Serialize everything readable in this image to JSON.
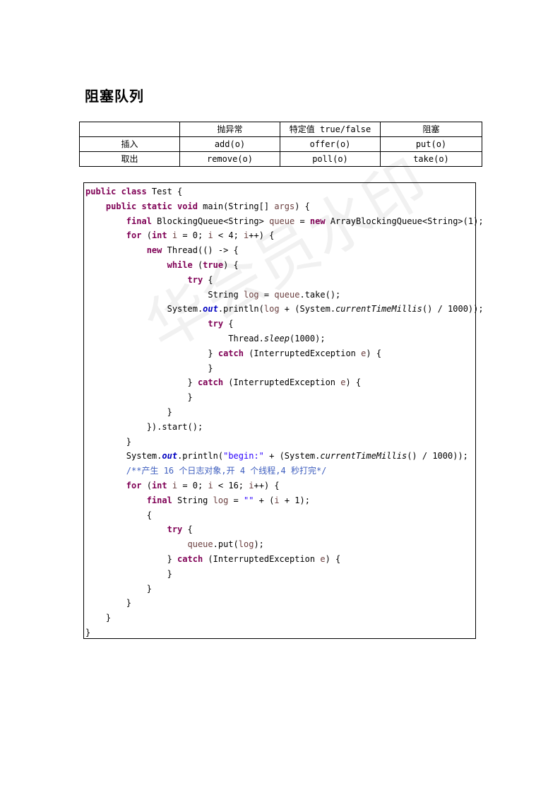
{
  "heading": "阻塞队列",
  "table": {
    "headers": [
      "",
      "抛异常",
      "特定值 true/false",
      "阻塞"
    ],
    "rows": [
      [
        "插入",
        "add(o)",
        "offer(o)",
        "put(o)"
      ],
      [
        "取出",
        "remove(o)",
        "poll(o)",
        "take(o)"
      ]
    ]
  },
  "watermark": "华会员水印",
  "code": [
    [
      {
        "t": "public class",
        "c": "kw"
      },
      {
        "t": " Test {"
      }
    ],
    [
      {
        "t": "    "
      },
      {
        "t": "public static void",
        "c": "kw"
      },
      {
        "t": " main(String[] "
      },
      {
        "t": "args",
        "c": "var"
      },
      {
        "t": ") {"
      }
    ],
    [
      {
        "t": "        "
      },
      {
        "t": "final",
        "c": "kw"
      },
      {
        "t": " BlockingQueue<String> "
      },
      {
        "t": "queue",
        "c": "var"
      },
      {
        "t": " = "
      },
      {
        "t": "new",
        "c": "kw"
      },
      {
        "t": " ArrayBlockingQueue<String>(1);"
      }
    ],
    [
      {
        "t": "        "
      },
      {
        "t": "for",
        "c": "kw"
      },
      {
        "t": " ("
      },
      {
        "t": "int",
        "c": "kw"
      },
      {
        "t": " "
      },
      {
        "t": "i",
        "c": "var"
      },
      {
        "t": " = 0; "
      },
      {
        "t": "i",
        "c": "var"
      },
      {
        "t": " < 4; "
      },
      {
        "t": "i",
        "c": "var"
      },
      {
        "t": "++) {"
      }
    ],
    [
      {
        "t": "            "
      },
      {
        "t": "new",
        "c": "kw"
      },
      {
        "t": " Thread(() -> {"
      }
    ],
    [
      {
        "t": "                "
      },
      {
        "t": "while",
        "c": "kw"
      },
      {
        "t": " ("
      },
      {
        "t": "true",
        "c": "kw"
      },
      {
        "t": ") {"
      }
    ],
    [
      {
        "t": "                    "
      },
      {
        "t": "try",
        "c": "kw"
      },
      {
        "t": " {"
      }
    ],
    [
      {
        "t": "                        String "
      },
      {
        "t": "log",
        "c": "var"
      },
      {
        "t": " = "
      },
      {
        "t": "queue",
        "c": "var"
      },
      {
        "t": ".take();"
      }
    ],
    [
      {
        "t": "                System."
      },
      {
        "t": "out",
        "c": "fld"
      },
      {
        "t": ".println("
      },
      {
        "t": "log",
        "c": "var"
      },
      {
        "t": " + (System."
      },
      {
        "t": "currentTimeMillis",
        "c": "ital"
      },
      {
        "t": "() / 1000));"
      }
    ],
    [
      {
        "t": "                        "
      },
      {
        "t": "try",
        "c": "kw"
      },
      {
        "t": " {"
      }
    ],
    [
      {
        "t": "                            Thread."
      },
      {
        "t": "sleep",
        "c": "ital"
      },
      {
        "t": "(1000);"
      }
    ],
    [
      {
        "t": "                        } "
      },
      {
        "t": "catch",
        "c": "kw"
      },
      {
        "t": " (InterruptedException "
      },
      {
        "t": "e",
        "c": "var"
      },
      {
        "t": ") {"
      }
    ],
    [
      {
        "t": "                        }"
      }
    ],
    [
      {
        "t": "                    } "
      },
      {
        "t": "catch",
        "c": "kw"
      },
      {
        "t": " (InterruptedException "
      },
      {
        "t": "e",
        "c": "var"
      },
      {
        "t": ") {"
      }
    ],
    [
      {
        "t": "                    }"
      }
    ],
    [
      {
        "t": "                }"
      }
    ],
    [
      {
        "t": "            }).start();"
      }
    ],
    [
      {
        "t": "        }"
      }
    ],
    [
      {
        "t": "        System."
      },
      {
        "t": "out",
        "c": "fld"
      },
      {
        "t": ".println("
      },
      {
        "t": "\"begin:\"",
        "c": "str"
      },
      {
        "t": " + (System."
      },
      {
        "t": "currentTimeMillis",
        "c": "ital"
      },
      {
        "t": "() / 1000));"
      }
    ],
    [
      {
        "t": "        "
      },
      {
        "t": "/**产生 16 个日志对象,开 4 个线程,4 秒打完*/",
        "c": "cmt"
      }
    ],
    [
      {
        "t": "        "
      },
      {
        "t": "for",
        "c": "kw"
      },
      {
        "t": " ("
      },
      {
        "t": "int",
        "c": "kw"
      },
      {
        "t": " "
      },
      {
        "t": "i",
        "c": "var"
      },
      {
        "t": " = 0; "
      },
      {
        "t": "i",
        "c": "var"
      },
      {
        "t": " < 16; "
      },
      {
        "t": "i",
        "c": "var"
      },
      {
        "t": "++) {"
      }
    ],
    [
      {
        "t": "            "
      },
      {
        "t": "final",
        "c": "kw"
      },
      {
        "t": " String "
      },
      {
        "t": "log",
        "c": "var"
      },
      {
        "t": " = "
      },
      {
        "t": "\"\"",
        "c": "str"
      },
      {
        "t": " + ("
      },
      {
        "t": "i",
        "c": "var"
      },
      {
        "t": " + 1);"
      }
    ],
    [
      {
        "t": "            {"
      }
    ],
    [
      {
        "t": "                "
      },
      {
        "t": "try",
        "c": "kw"
      },
      {
        "t": " {"
      }
    ],
    [
      {
        "t": "                    "
      },
      {
        "t": "queue",
        "c": "var"
      },
      {
        "t": ".put("
      },
      {
        "t": "log",
        "c": "var"
      },
      {
        "t": ");"
      }
    ],
    [
      {
        "t": "                } "
      },
      {
        "t": "catch",
        "c": "kw"
      },
      {
        "t": " (InterruptedException "
      },
      {
        "t": "e",
        "c": "var"
      },
      {
        "t": ") {"
      }
    ],
    [
      {
        "t": "                }"
      }
    ],
    [
      {
        "t": "            }"
      }
    ],
    [
      {
        "t": "        }"
      }
    ],
    [
      {
        "t": "    }"
      }
    ],
    [
      {
        "t": "}"
      }
    ]
  ]
}
